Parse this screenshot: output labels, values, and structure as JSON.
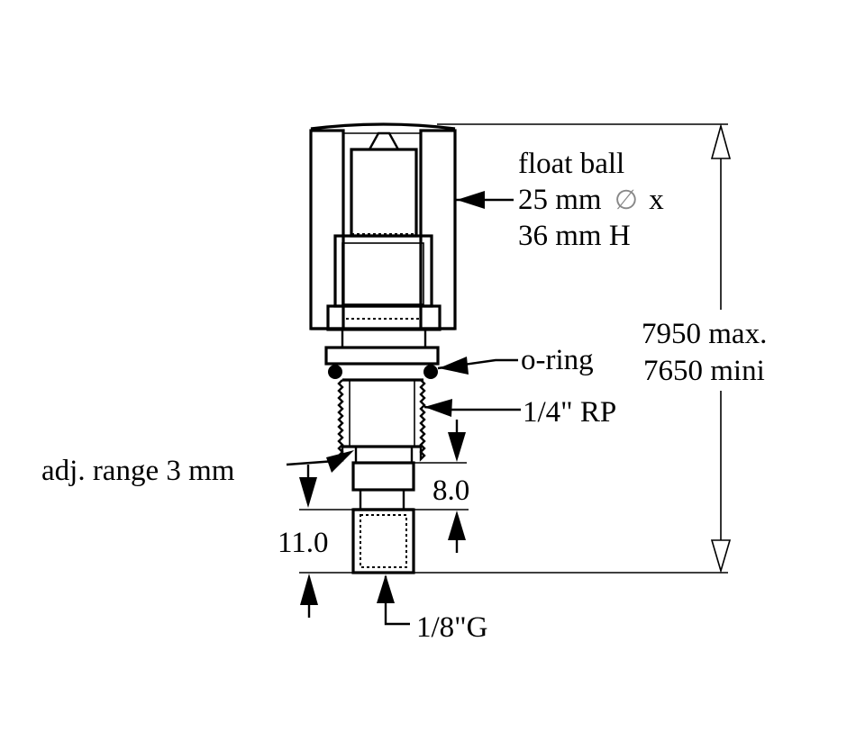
{
  "labels": {
    "float_line1": "float ball",
    "float_line2": "25 mm",
    "float_line2_symbol": "∅",
    "float_line2_tail": "x",
    "float_line3": "36 mm H",
    "height_max": "7950 max.",
    "height_min": "7650 mini",
    "oring": "o-ring",
    "thread_top": "1/4\" RP",
    "adj_range": "adj. range 3 mm",
    "dim_8": "8.0",
    "dim_11": "11.0",
    "thread_bottom": "1/8\"G"
  },
  "colors": {
    "line": "#000000",
    "background": "#ffffff"
  }
}
